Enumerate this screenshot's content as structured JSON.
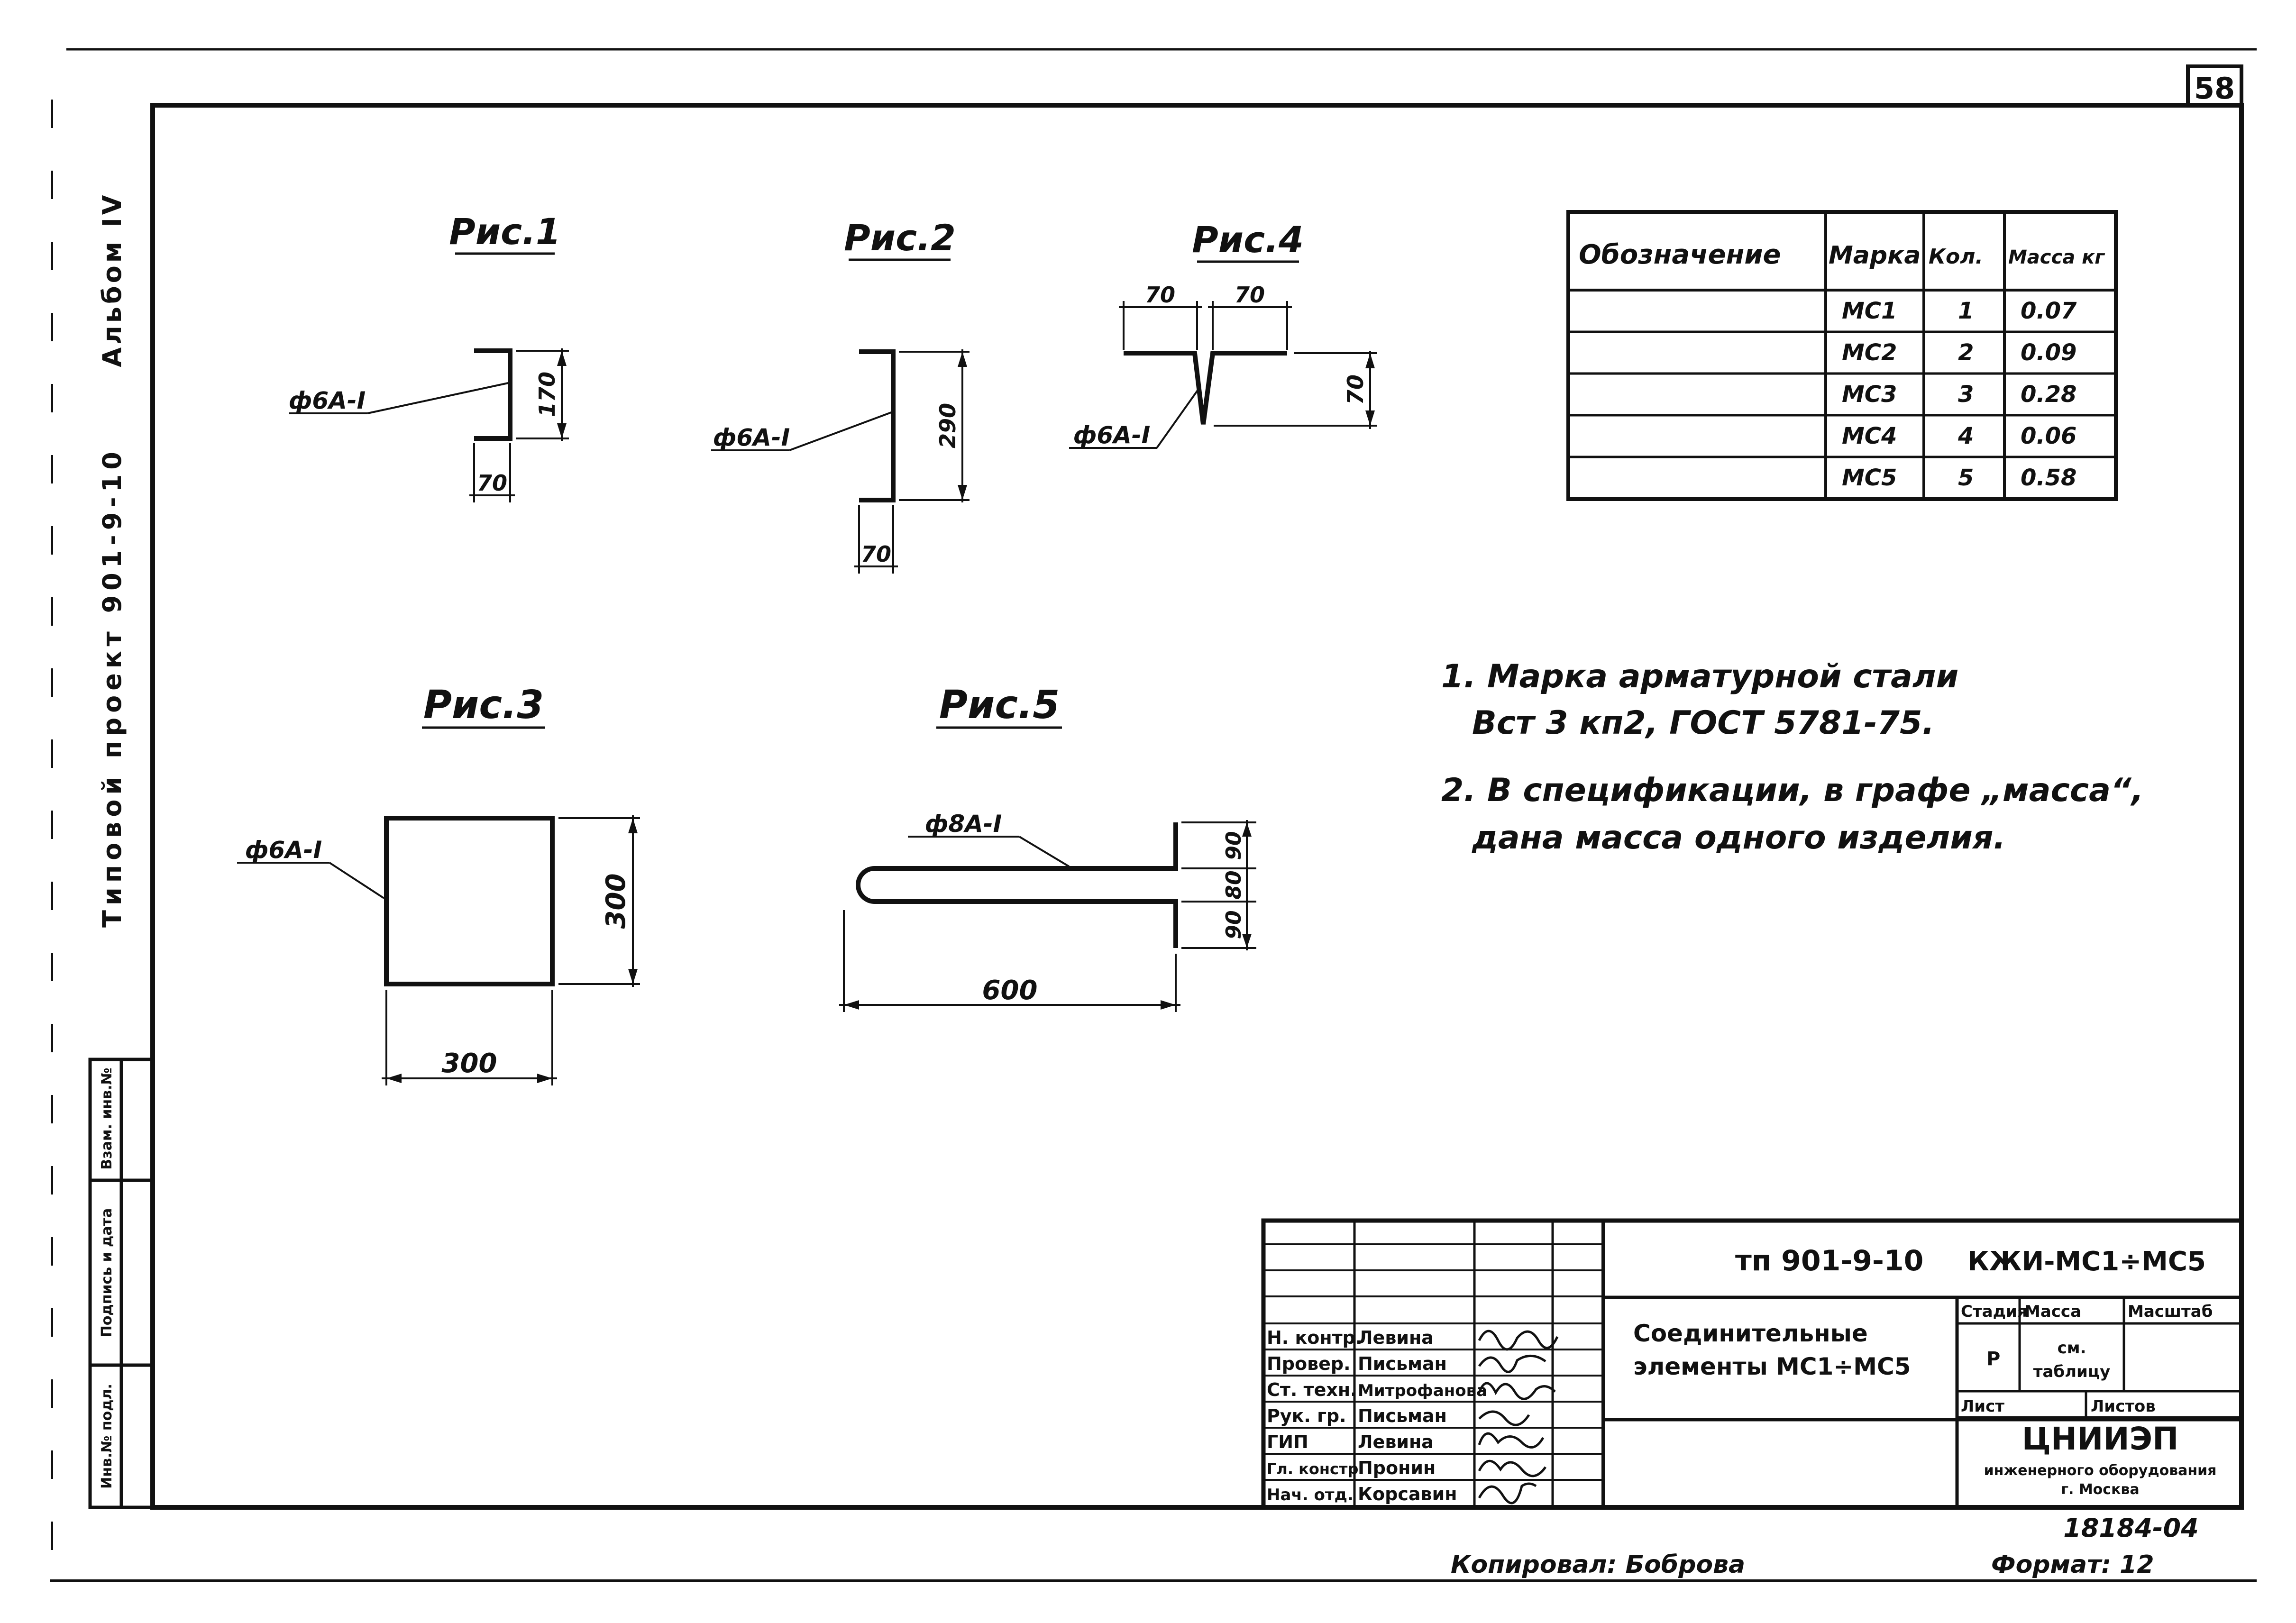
{
  "page_number": "58",
  "side": {
    "album": "Альбом IV",
    "project": "Типовой проект 901-9-10",
    "approval_fields": [
      "Инв.№ подл.",
      "Подпись и дата",
      "Взам. инв.№"
    ]
  },
  "figures": {
    "fig1": {
      "caption": "Рис.1",
      "rebar": "ф6А-I",
      "dims": [
        "170",
        "70"
      ]
    },
    "fig2": {
      "caption": "Рис.2",
      "rebar": "ф6А-I",
      "dims": [
        "290",
        "70"
      ]
    },
    "fig3": {
      "caption": "Рис.3",
      "rebar": "ф6А-I",
      "dims": [
        "300",
        "300"
      ]
    },
    "fig4": {
      "caption": "Рис.4",
      "rebar": "ф6А-I",
      "dims": [
        "70",
        "70",
        "70"
      ]
    },
    "fig5": {
      "caption": "Рис.5",
      "rebar": "ф8А-I",
      "dims": [
        "90",
        "80",
        "90",
        "600"
      ]
    }
  },
  "spec_table": {
    "headers": [
      "Обозначение",
      "Марка",
      "Кол.",
      "Масса кг"
    ],
    "rows": [
      {
        "designation": "",
        "mark": "МС1",
        "qty": "1",
        "mass": "0.07"
      },
      {
        "designation": "",
        "mark": "МС2",
        "qty": "2",
        "mass": "0.09"
      },
      {
        "designation": "",
        "mark": "МС3",
        "qty": "3",
        "mass": "0.28"
      },
      {
        "designation": "",
        "mark": "МС4",
        "qty": "4",
        "mass": "0.06"
      },
      {
        "designation": "",
        "mark": "МС5",
        "qty": "5",
        "mass": "0.58"
      }
    ]
  },
  "notes": [
    [
      "1. Марка арматурной стали",
      "Вст 3 кп2, ГОСТ 5781-75."
    ],
    [
      "2. В спецификации, в графе „масса“,",
      "дана масса одного изделия."
    ]
  ],
  "title_block": {
    "code": "тп 901-9-10",
    "mark": "КЖИ-МС1÷МС5",
    "title_lines": [
      "Соединительные",
      "элементы МС1÷МС5"
    ],
    "stage_label": "Стадия",
    "stage_value": "Р",
    "mass_label": "Масса",
    "mass_value_lines": [
      "см.",
      "таблицу"
    ],
    "scale_label": "Масштаб",
    "sheet_label": "Лист",
    "sheets_label": "Листов",
    "org_name": "ЦНИИЭП",
    "org_lines": [
      "инженерного оборудования",
      "г. Москва"
    ],
    "inventory": "18184-04",
    "staff": [
      {
        "role": "Н. контр.",
        "name": "Левина"
      },
      {
        "role": "Провер.",
        "name": "Письман"
      },
      {
        "role": "Ст. техн.",
        "name": "Митрофанова"
      },
      {
        "role": "Рук. гр.",
        "name": "Письман"
      },
      {
        "role": "ГИП",
        "name": "Левина"
      },
      {
        "role": "Гл. констр.",
        "name": "Пронин"
      },
      {
        "role": "Нач. отд.",
        "name": "Корсавин"
      }
    ]
  },
  "footer": {
    "copied_by": "Копировал: Боброва",
    "format": "Формат: 12"
  }
}
